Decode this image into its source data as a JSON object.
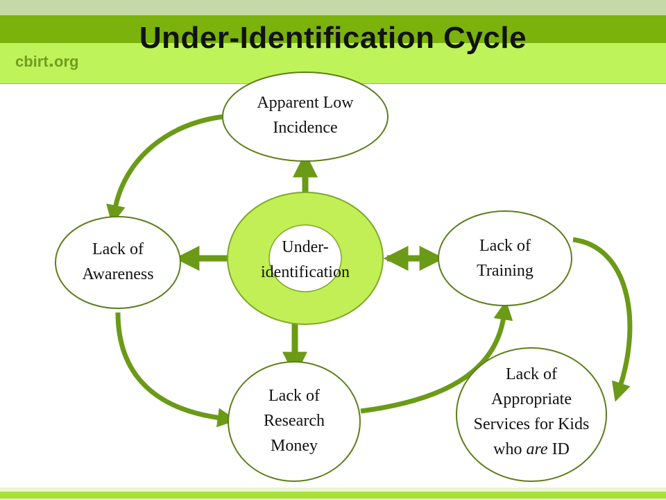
{
  "header": {
    "title": "Under-Identification Cycle",
    "brand_prefix": "cbirt",
    "brand_dot": ".",
    "brand_suffix": "org"
  },
  "nodes": {
    "top": {
      "line1": "Apparent Low",
      "line2": "Incidence"
    },
    "center": {
      "line1": "Under-",
      "line2": "identification"
    },
    "left": {
      "line1": "Lack of",
      "line2": "Awareness"
    },
    "right": {
      "line1": "Lack of",
      "line2": "Training"
    },
    "bottom": {
      "line1": "Lack of",
      "line2": "Research",
      "line3": "Money"
    },
    "services": {
      "line1": "Lack of",
      "line2": "Appropriate",
      "line3": "Services for Kids",
      "line4_pre": "who ",
      "line4_em": "are",
      "line4_post": " ID"
    }
  },
  "colors": {
    "arrow": "#6b9a17",
    "ring": "#c1ef55",
    "ellipse_stroke": "#5a7f1a",
    "title_bar": "#bff35a",
    "title_band": "#7bb30c"
  }
}
